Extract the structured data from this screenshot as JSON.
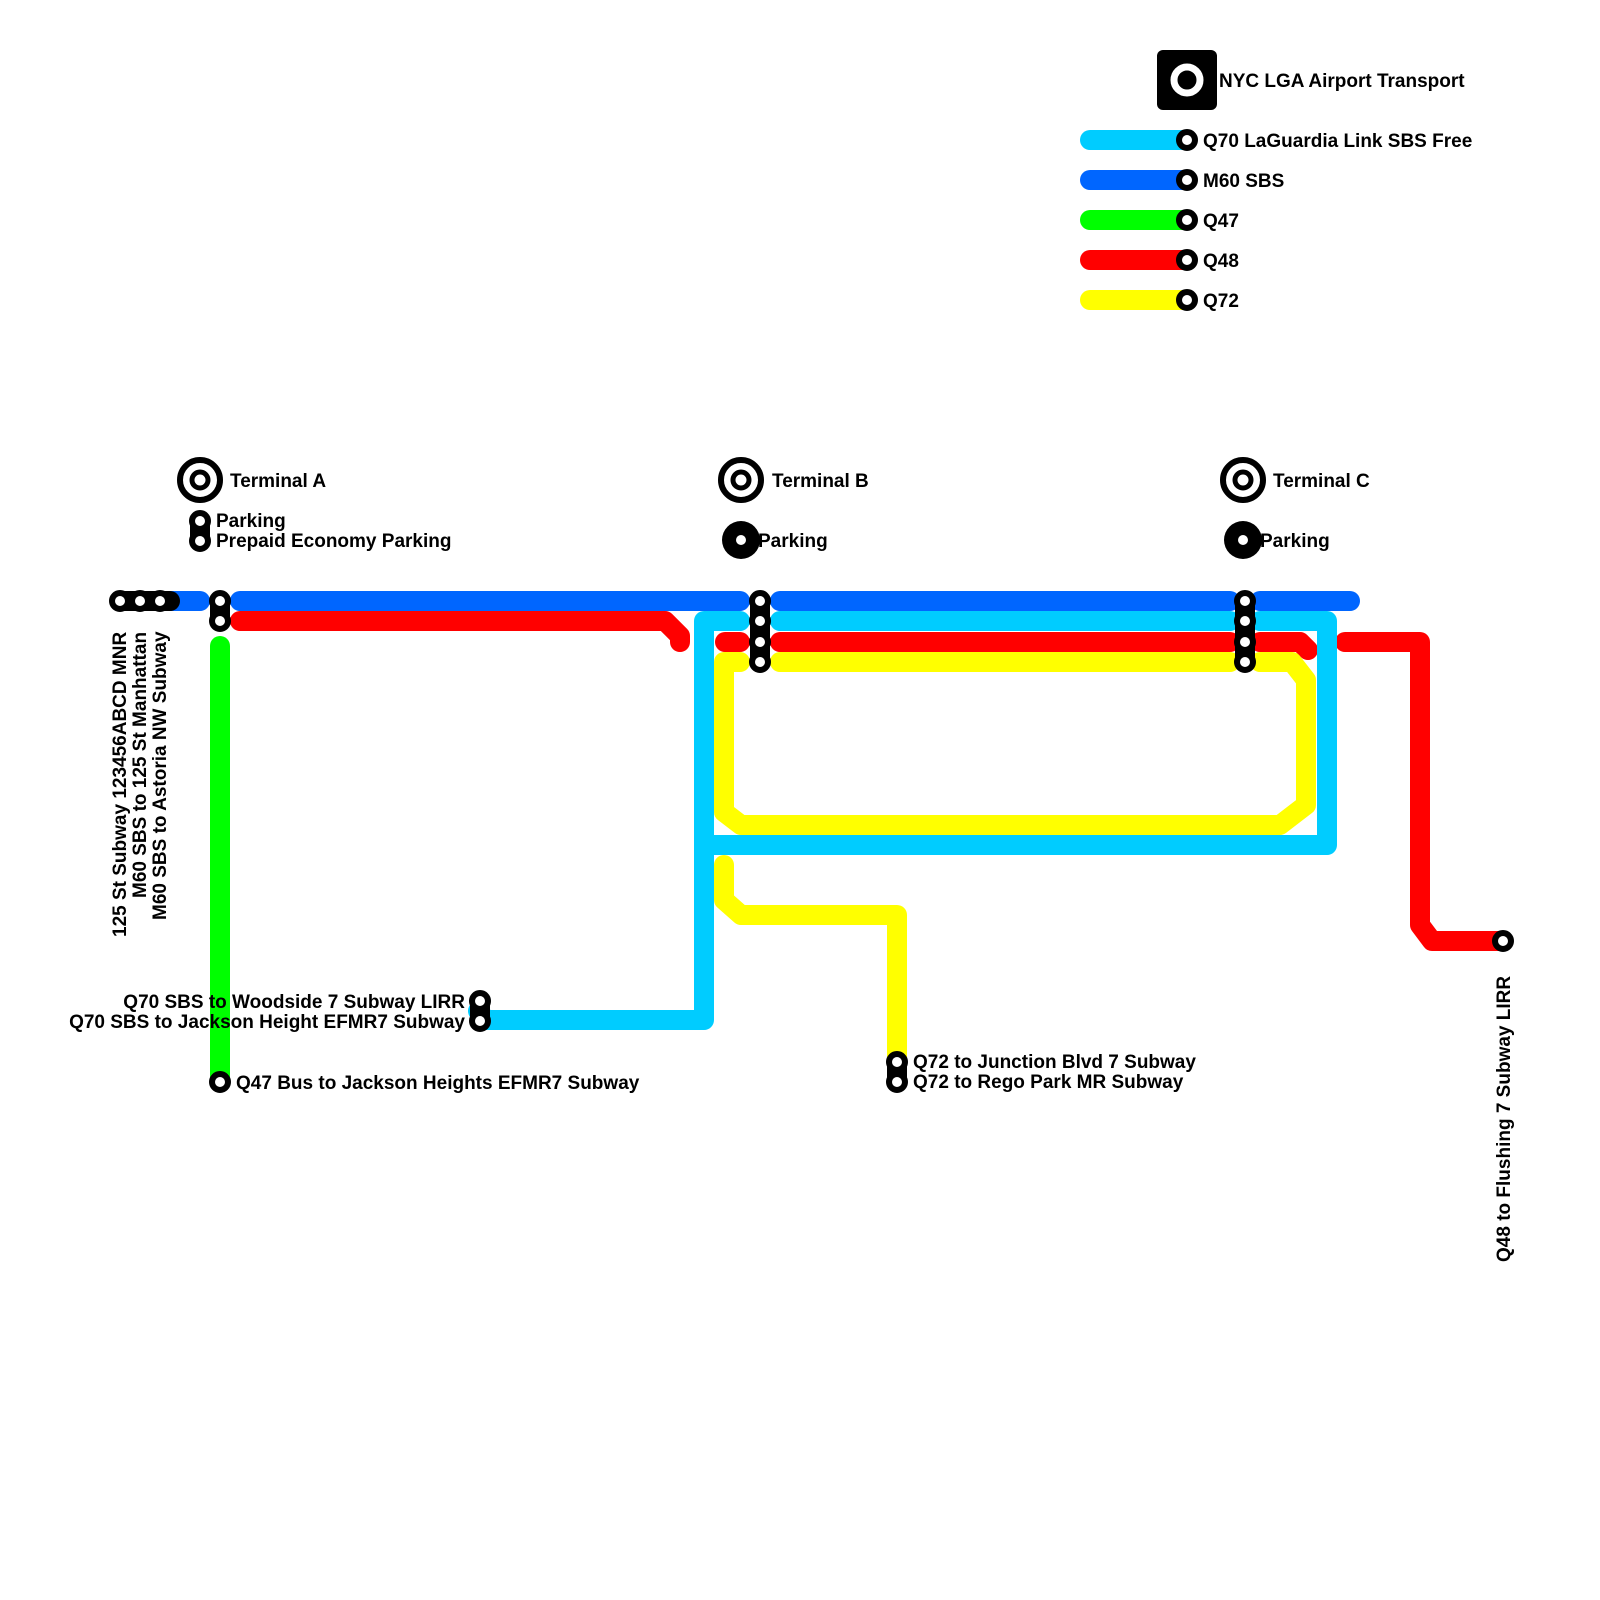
{
  "title": "NYC LGA Airport Transport",
  "colors": {
    "q70": "#00ccff",
    "m60": "#0066ff",
    "q47": "#00ff00",
    "q48": "#ff0000",
    "q72": "#ffff00"
  },
  "legend": [
    {
      "id": "q70",
      "label": "Q70 LaGuardia Link SBS Free"
    },
    {
      "id": "m60",
      "label": "M60 SBS"
    },
    {
      "id": "q47",
      "label": "Q47"
    },
    {
      "id": "q48",
      "label": "Q48"
    },
    {
      "id": "q72",
      "label": "Q72"
    }
  ],
  "terminals": {
    "a": {
      "name": "Terminal A",
      "parking": [
        "Parking",
        "Prepaid Economy Parking"
      ]
    },
    "b": {
      "name": "Terminal B",
      "parking": [
        "Parking"
      ]
    },
    "c": {
      "name": "Terminal C",
      "parking": [
        "Parking"
      ]
    }
  },
  "endpoints": {
    "west1": "125 St Subway 123456ABCD MNR",
    "west2": "M60 SBS to 125 St Manhattan",
    "west3": "M60 SBS to Astoria NW Subway",
    "q70_woodside": "Q70 SBS to Woodside 7 Subway LIRR",
    "q70_jackson": "Q70 SBS to Jackson Height EFMR7 Subway",
    "q47_jackson": "Q47 Bus to Jackson Heights EFMR7 Subway",
    "q72_junction": "Q72 to Junction Blvd 7 Subway",
    "q72_rego": "Q72 to Rego Park MR Subway",
    "q48_flushing": "Q48 to Flushing 7 Subway LIRR"
  }
}
